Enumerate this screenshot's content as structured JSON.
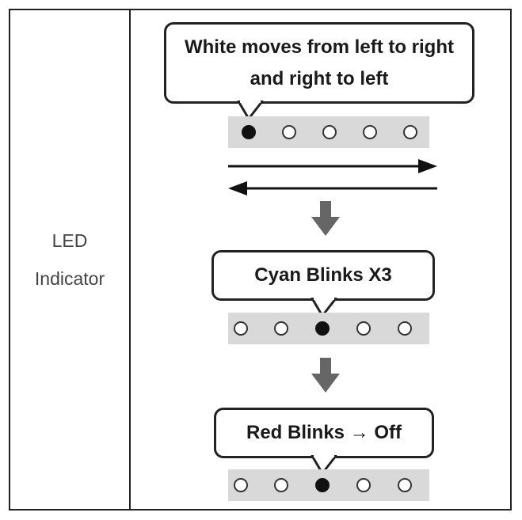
{
  "row_label": {
    "line1": "LED",
    "line2": "Indicator"
  },
  "steps": [
    {
      "message_line1": "White moves from left to right",
      "message_line2": "and right to left",
      "active_led_index": 0,
      "led_count": 5
    },
    {
      "message_line1": "Cyan Blinks X3",
      "active_led_index": 2,
      "led_count": 5
    },
    {
      "message_line1": "Red Blinks → Off",
      "active_led_index": 2,
      "led_count": 5
    }
  ],
  "colors": {
    "border": "#222222",
    "strip": "#d9d9d9",
    "led_on": "#111111",
    "led_off": "#ffffff",
    "arrow": "#666666"
  },
  "icons": [
    "speech-bubble-tail",
    "led-dot",
    "arrow-right-icon",
    "arrow-left-icon",
    "arrow-down-icon"
  ]
}
